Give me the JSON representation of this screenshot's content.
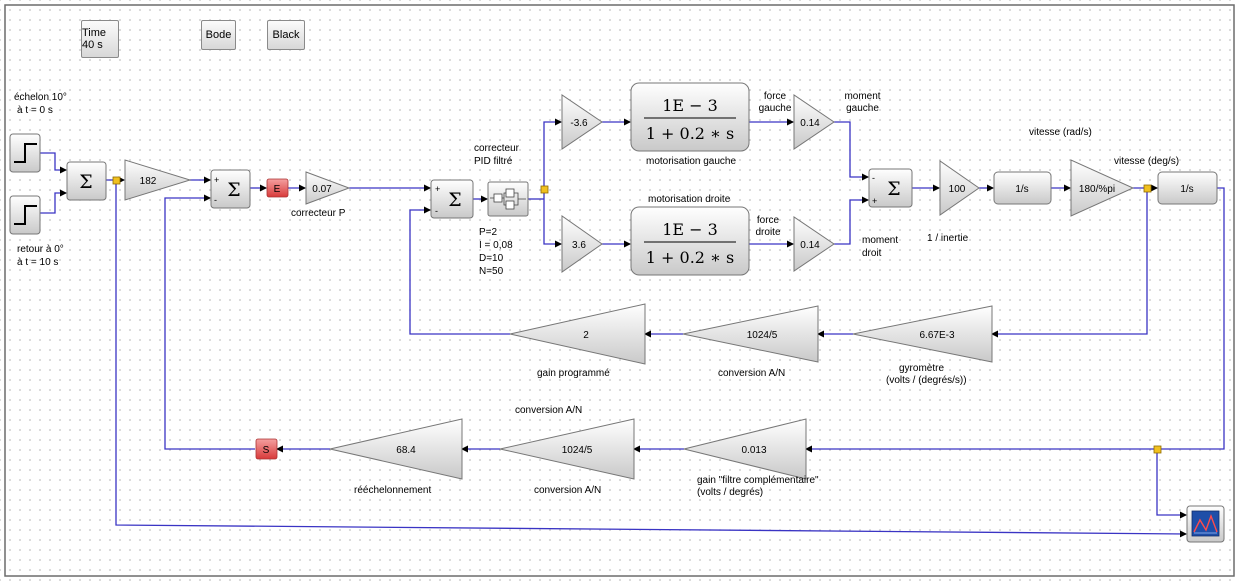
{
  "toolbar": {
    "time_label": "Time 40 s",
    "bode_label": "Bode",
    "black_label": "Black"
  },
  "sources": {
    "step1_title": "échelon 10°",
    "step1_sub": "à t = 0 s",
    "step2_title": "retour à 0°",
    "step2_sub": "à t = 10 s"
  },
  "blocks": {
    "sum_symbol": "Σ",
    "plus": "+",
    "minus": "-",
    "gain_in": "182",
    "gain_p": "0.07",
    "gain_left": "-3.6",
    "gain_right": "3.6",
    "tf_num": "1E − 3",
    "tf_den": "1 + 0.2 ∗ s",
    "gain_force_left": "0.14",
    "gain_force_right": "0.14",
    "gain_inertia": "100",
    "integrator1": "1/s",
    "gain_deg": "180/%pi",
    "integrator2": "1/s",
    "gain_prog": "2",
    "gain_an1": "1024/5",
    "gain_gyro": "6.67E-3",
    "gain_rescale": "68.4",
    "gain_an2": "1024/5",
    "gain_filter": "0.013",
    "port_e": "E",
    "port_s": "S"
  },
  "labels": {
    "correcteur_p": "correcteur P",
    "pid_title1": "correcteur",
    "pid_title2": "PID filtré",
    "pid_p": "P=2",
    "pid_i": "I = 0,08",
    "pid_d": "D=10",
    "pid_n": "N=50",
    "motor_left": "motorisation gauche",
    "motor_right": "motorisation droite",
    "force_left1": "force",
    "force_left2": "gauche",
    "moment_left1": "moment",
    "moment_left2": "gauche",
    "force_right1": "force",
    "force_right2": "droite",
    "moment_right1": "moment",
    "moment_right2": "droit",
    "inertia": "1 / inertie",
    "speed_rad": "vitesse (rad/s)",
    "speed_deg": "vitesse (deg/s)",
    "gain_programmed": "gain programmé",
    "conversion_an": "conversion A/N",
    "conversion_an_top": "conversion A/N",
    "conversion_an_bottom": "conversion A/N",
    "gyro1": "gyromètre",
    "gyro2": "(volts / (degrés/s))",
    "rescale": "rééchelonnement",
    "filter1": "gain \"filtre complémentaire\"",
    "filter2": "(volts / degrés)"
  },
  "colors": {
    "wire": "#3a34c4",
    "port": "#e85b5b",
    "split": "#f0c020"
  }
}
